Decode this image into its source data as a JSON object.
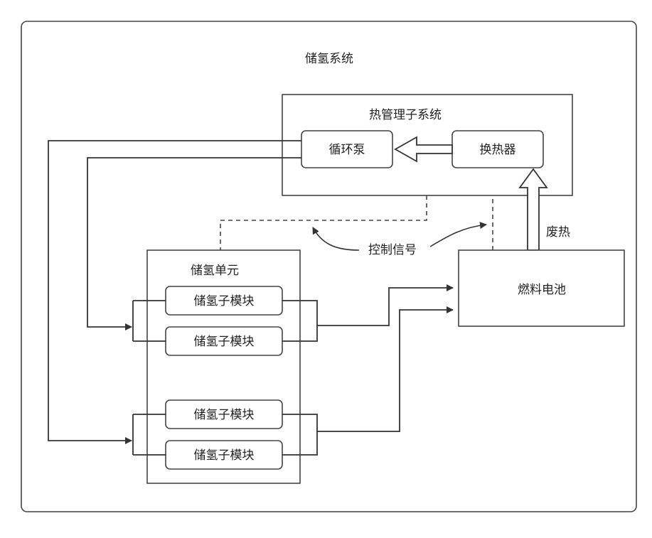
{
  "diagram": {
    "system_label": "储氢系统",
    "thermal_subsystem_label": "热管理子系统",
    "pump_label": "循环泵",
    "heat_exchanger_label": "换热器",
    "control_signal_label": "控制信号",
    "waste_heat_label": "废热",
    "storage_unit_label": "储氢单元",
    "fuel_cell_label": "燃料电池",
    "submodules": [
      "储氢子模块",
      "储氢子模块",
      "储氢子模块",
      "储氢子模块"
    ]
  }
}
